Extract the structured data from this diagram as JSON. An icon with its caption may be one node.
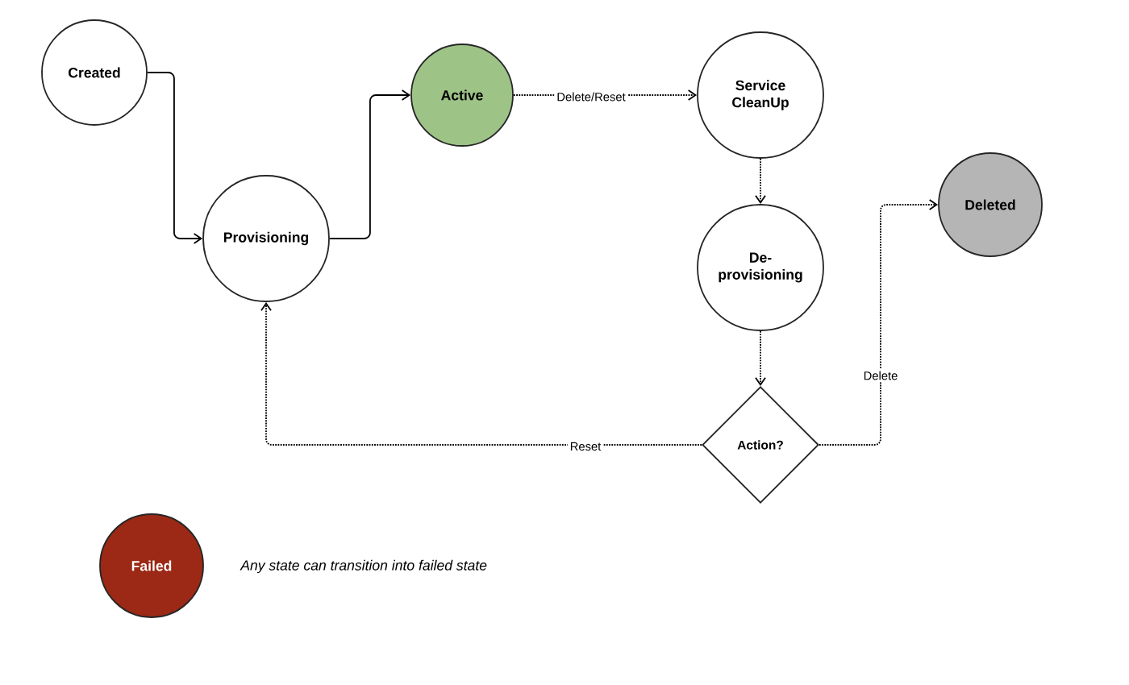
{
  "diagram": {
    "nodes": [
      {
        "text": [
          "Created"
        ]
      },
      {
        "text": [
          "Provisioning"
        ]
      },
      {
        "text": [
          "Active"
        ]
      },
      {
        "text": [
          "Service CleanUp"
        ]
      },
      {
        "text": [
          "De-provisioning"
        ]
      },
      {
        "text": [
          "Deleted"
        ]
      },
      {
        "text": [
          "Action?"
        ]
      },
      {
        "text": [
          "Failed"
        ]
      }
    ],
    "edges": [
      {
        "from": 0,
        "to": 1,
        "arrow": "to"
      },
      {
        "from": 1,
        "to": 2,
        "arrow": "to"
      },
      {
        "from": 2,
        "to": 3,
        "arrow": "to",
        "label": "Delete/Reset",
        "style": "dashed"
      },
      {
        "from": 3,
        "to": 4,
        "arrow": "to",
        "style": "dashed"
      },
      {
        "from": 4,
        "to": 6,
        "arrow": "to",
        "style": "dashed"
      },
      {
        "from": 6,
        "to": 1,
        "arrow": "to",
        "label": "Reset",
        "style": "dashed"
      },
      {
        "from": 6,
        "to": 5,
        "arrow": "to",
        "label": "Delete",
        "style": "dashed"
      }
    ],
    "labels": [
      "Any state can transition into failed state"
    ]
  }
}
